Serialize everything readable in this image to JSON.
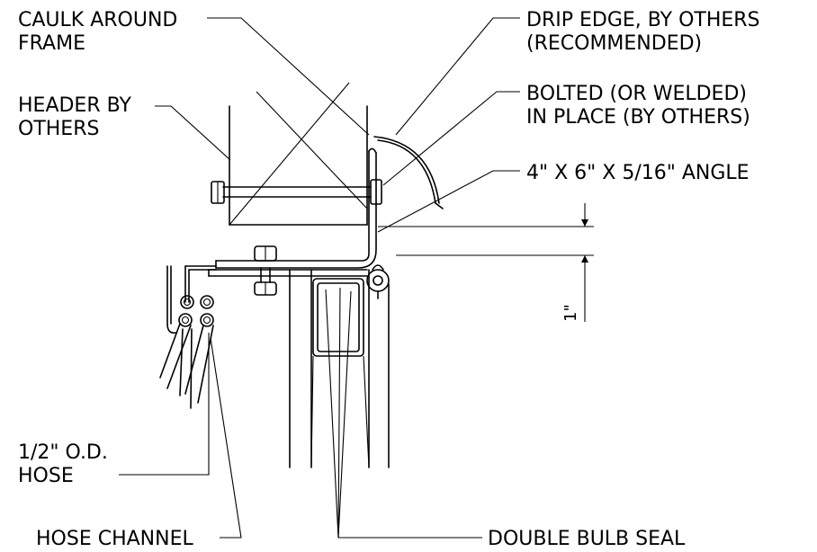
{
  "callouts": {
    "caulk": [
      "CAULK AROUND",
      "FRAME"
    ],
    "header": [
      "HEADER BY",
      "OTHERS"
    ],
    "drip_edge": [
      "DRIP EDGE, BY OTHERS",
      "(RECOMMENDED)"
    ],
    "bolted": [
      "BOLTED (OR WELDED)",
      "IN PLACE (BY OTHERS)"
    ],
    "angle": [
      "4\" X 6\" X 5/16\" ANGLE"
    ],
    "hose": [
      "1/2\" O.D.",
      "HOSE"
    ],
    "hose_channel": [
      "HOSE CHANNEL"
    ],
    "bulb_seal": [
      "DOUBLE BULB SEAL"
    ]
  },
  "dimension": {
    "label": "1\""
  }
}
